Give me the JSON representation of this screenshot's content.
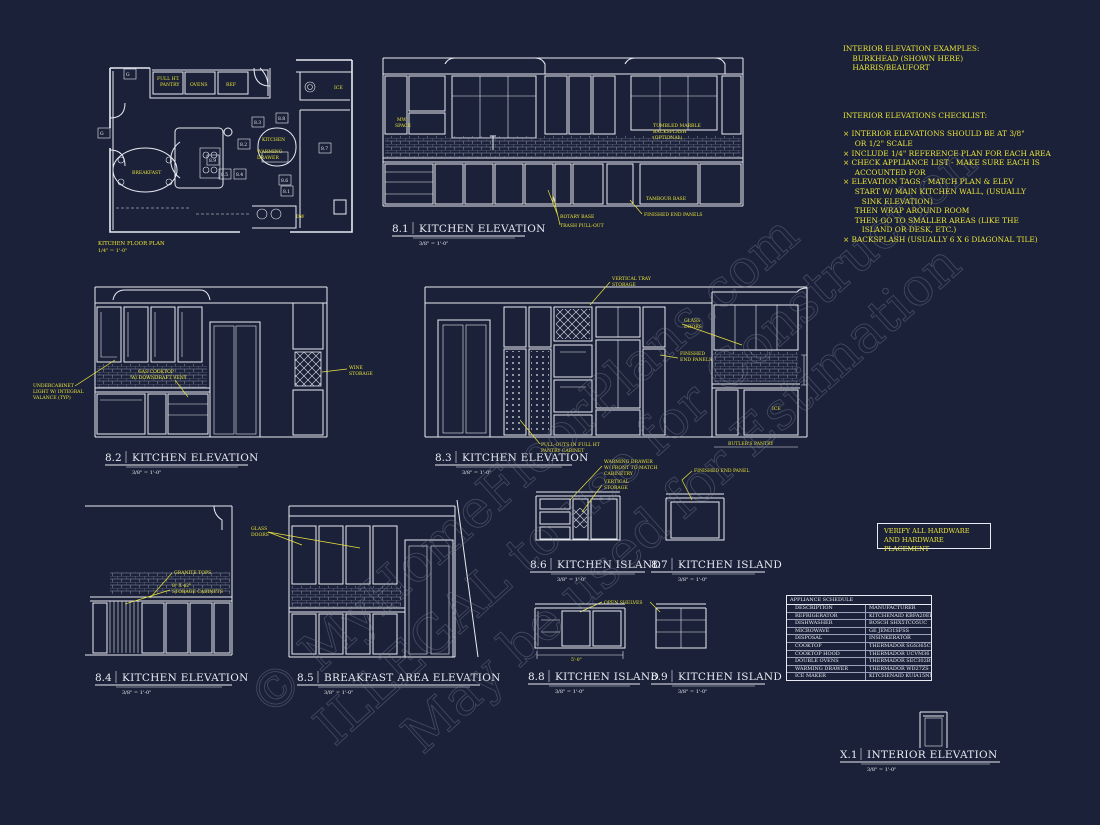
{
  "floor_plan": {
    "title": "KITCHEN FLOOR PLAN",
    "scale": "1/4\" = 1'-0\"",
    "labels": {
      "pantry1": "FULL HT.",
      "pantry2": "PANTRY",
      "ovens": "OVENS",
      "ref": "REF",
      "ice": "ICE",
      "kitchen": "KITCHEN",
      "warming1": "WARMING",
      "warming2": "DRAWER",
      "breakfast": "BREAKFAST",
      "dw": "DW"
    },
    "tags": [
      "G",
      "G",
      "8.3",
      "8.8",
      "8.2",
      "8.4",
      "8.5",
      "8.6",
      "8.7",
      "8.1",
      "8.9"
    ]
  },
  "elevations": [
    {
      "num": "8.1",
      "title": "KITCHEN ELEVATION",
      "scale": "3/8\" = 1'-0\""
    },
    {
      "num": "8.2",
      "title": "KITCHEN ELEVATION",
      "scale": "3/8\" = 1'-0\""
    },
    {
      "num": "8.3",
      "title": "KITCHEN ELEVATION",
      "scale": "3/8\" = 1'-0\""
    },
    {
      "num": "8.4",
      "title": "KITCHEN ELEVATION",
      "scale": "3/8\" = 1'-0\""
    },
    {
      "num": "8.5",
      "title": "BREAKFAST AREA ELEVATION",
      "scale": "3/8\" = 1'-0\""
    },
    {
      "num": "8.6",
      "title": "KITCHEN ISLAND",
      "scale": "3/8\" = 1'-0\""
    },
    {
      "num": "8.7",
      "title": "KITCHEN ISLAND",
      "scale": "3/8\" = 1'-0\""
    },
    {
      "num": "8.8",
      "title": "KITCHEN ISLAND",
      "scale": "3/8\" = 1'-0\""
    },
    {
      "num": "8.9",
      "title": "KITCHEN ISLAND",
      "scale": "3/8\" = 1'-0\""
    },
    {
      "num": "X.1",
      "title": "INTERIOR ELEVATION",
      "scale": "3/8\" = 1'-0\""
    }
  ],
  "annotations": {
    "mw_space": [
      "MW",
      "SPACE"
    ],
    "backsplash": [
      "TUMBLED MARBLE",
      "BACKSPLASH",
      "(OPTIONAL)"
    ],
    "tambour": "TAMBOUR BASE",
    "rotary": "ROTARY BASE",
    "trash": "TRASH PULL-OUT",
    "finished_end": "FINISHED END PANELS",
    "undercab": [
      "UNDERCABINET",
      "LIGHT W/ INTEGRAL",
      "VALANCE (TYP)"
    ],
    "gas_cooktop": [
      "GAS COOKTOP",
      "W/ DOWNDRAFT VENT"
    ],
    "wine": [
      "WINE",
      "STORAGE"
    ],
    "vertical_tray": [
      "VERTICAL TRAY",
      "STORAGE"
    ],
    "glass_doors_83": [
      "GLASS",
      "DOORS"
    ],
    "finished_end_83": [
      "FINISHED",
      "END PANELS"
    ],
    "pull_outs": [
      "PULL-OUTS IN FULL HT",
      "PANTRY CABINET"
    ],
    "ice": "ICE",
    "butlers": "BUTLER'S PANTRY",
    "granite": "GRANITE TOPS",
    "storage_cab": [
      "8\" X 42\"",
      "STORAGE CABINETS"
    ],
    "glass_doors_85": [
      "GLASS",
      "DOORS"
    ],
    "warming": [
      "WARMING DRAWER",
      "W/ FRONT TO MATCH",
      "CABINETRY"
    ],
    "vertical_storage": [
      "VERTICAL",
      "STORAGE"
    ],
    "finished_end_87": "FINISHED END PANEL",
    "open_shelves": "OPEN SHELVES",
    "dim_88": "5'-0\""
  },
  "notes": {
    "examples_title": "INTERIOR ELEVATION EXAMPLES:",
    "examples": [
      "    BURKHEAD (SHOWN HERE)",
      "    HARRIS/BEAUFORT"
    ],
    "checklist_title": "INTERIOR ELEVATIONS CHECKLIST:",
    "checklist": [
      "× INTERIOR ELEVATIONS SHOULD BE AT 3/8\"",
      "     OR 1/2\" SCALE",
      "× INCLUDE 1/4\" REFERENCE PLAN FOR EACH AREA",
      "× CHECK APPLIANCE LIST - MAKE SURE EACH IS",
      "     ACCOUNTED FOR",
      "× ELEVATION TAGS - MATCH PLAN & ELEV",
      "     START W/ MAIN KITCHEN WALL, (USUALLY",
      "        SINK ELEVATION)",
      "     THEN WRAP AROUND ROOM",
      "     THEN GO TO SMALLER AREAS (LIKE THE",
      "        ISLAND OR DESK, ETC.)",
      "× BACKSPLASH (USUALLY 6 X 6 DIAGONAL TILE)"
    ]
  },
  "verify": [
    "VERIFY ALL HARDWARE",
    "AND HARDWARE PLACEMENT"
  ],
  "schedule": {
    "title": "APPLIANCE SCHEDULE",
    "header": [
      "DESCRIPTION",
      "MANUFACTURER"
    ],
    "rows": [
      [
        "REFRIGERATOR",
        "KITCHENAID KBFA20ERSS"
      ],
      [
        "DISHWASHER",
        "BOSCH SHX5TCO5UC"
      ],
      [
        "MICROWAVE",
        "GE JEM31SFSS"
      ],
      [
        "DISPOSAL",
        "INSINKERATOR"
      ],
      [
        "COOKTOP",
        "THERMADOR SGS365CS"
      ],
      [
        "COOKTOP HOOD",
        "THERMADOR UCVM36"
      ],
      [
        "DOUBLE OVENS",
        "THERMADOR SEC302BS"
      ],
      [
        "WARMING DRAWER",
        "THERMADOR WD27ZS"
      ],
      [
        "ICE MAKER",
        "KITCHENAID KUIA15NNH"
      ]
    ]
  },
  "watermark": [
    "© MyHomeFloorPlans.com",
    "ILLEGAL to use for Construction",
    "May be used for Estimation"
  ]
}
